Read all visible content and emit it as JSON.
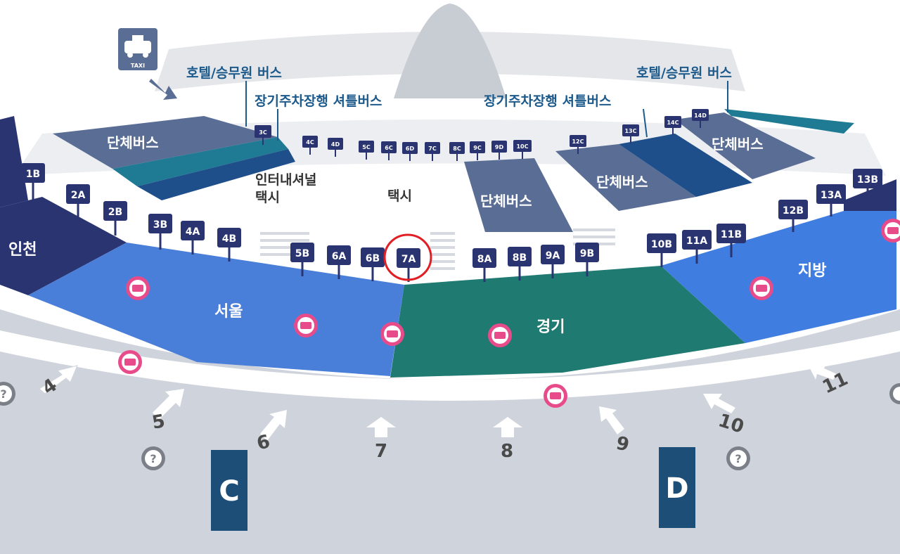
{
  "colors": {
    "seoul": "#4a7fd9",
    "gyeonggi": "#1f7a72",
    "jibang": "#3f7ee0",
    "incheon": "#2a3470",
    "group_bus": "#5a6d94",
    "teal_lane": "#1f7a93",
    "navy_lane": "#1f4f8a",
    "stop_sign": "#2a3470",
    "ticket": "#e84b8a",
    "highlight": "#e11e24",
    "label_blue": "#1d5a8c"
  },
  "taxi_icon": {
    "icon": "taxi-icon",
    "label": "TAXI"
  },
  "labels": {
    "hotel_bus_left": "호텔/승무원 버스",
    "hotel_bus_right": "호텔/승무원 버스",
    "shuttle_left": "장기주차장행 셔틀버스",
    "shuttle_right": "장기주차장행 셔틀버스",
    "group_bus_1": "단체버스",
    "group_bus_2": "단체버스",
    "group_bus_3": "단체버스",
    "group_bus_4": "단체버스",
    "intl_taxi_1": "인터내셔널",
    "intl_taxi_2": "택시",
    "taxi": "택시"
  },
  "zones": {
    "incheon": "인천",
    "seoul": "서울",
    "gyeonggi": "경기",
    "jibang": "지방"
  },
  "stops": {
    "s1B": "1B",
    "s2A": "2A",
    "s2B": "2B",
    "s3B": "3B",
    "s4A": "4A",
    "s4B": "4B",
    "s5B": "5B",
    "s6A": "6A",
    "s6B": "6B",
    "s7A": "7A",
    "s8A": "8A",
    "s8B": "8B",
    "s9A": "9A",
    "s9B": "9B",
    "s10B": "10B",
    "s11A": "11A",
    "s11B": "11B",
    "s12B": "12B",
    "s13A": "13A",
    "s13B": "13B",
    "s3C": "3C",
    "s4C": "4C",
    "s4D": "4D",
    "s5C": "5C",
    "s6C": "6C",
    "s6D": "6D",
    "s7C": "7C",
    "s8C": "8C",
    "s9C": "9C",
    "s9D": "9D",
    "s10C": "10C",
    "s12C": "12C",
    "s13C": "13C",
    "s14C": "14C",
    "s14D": "14D"
  },
  "highlighted_stop": "7A",
  "gates": {
    "g4": "4",
    "g5": "5",
    "g6": "6",
    "g7": "7",
    "g8": "8",
    "g9": "9",
    "g10": "10",
    "g11": "11"
  },
  "exits": {
    "c": "C",
    "d": "D"
  },
  "icons": {
    "ticket": "bus-ticket-icon",
    "info": "information-icon",
    "arrow": "gate-arrow-icon"
  }
}
